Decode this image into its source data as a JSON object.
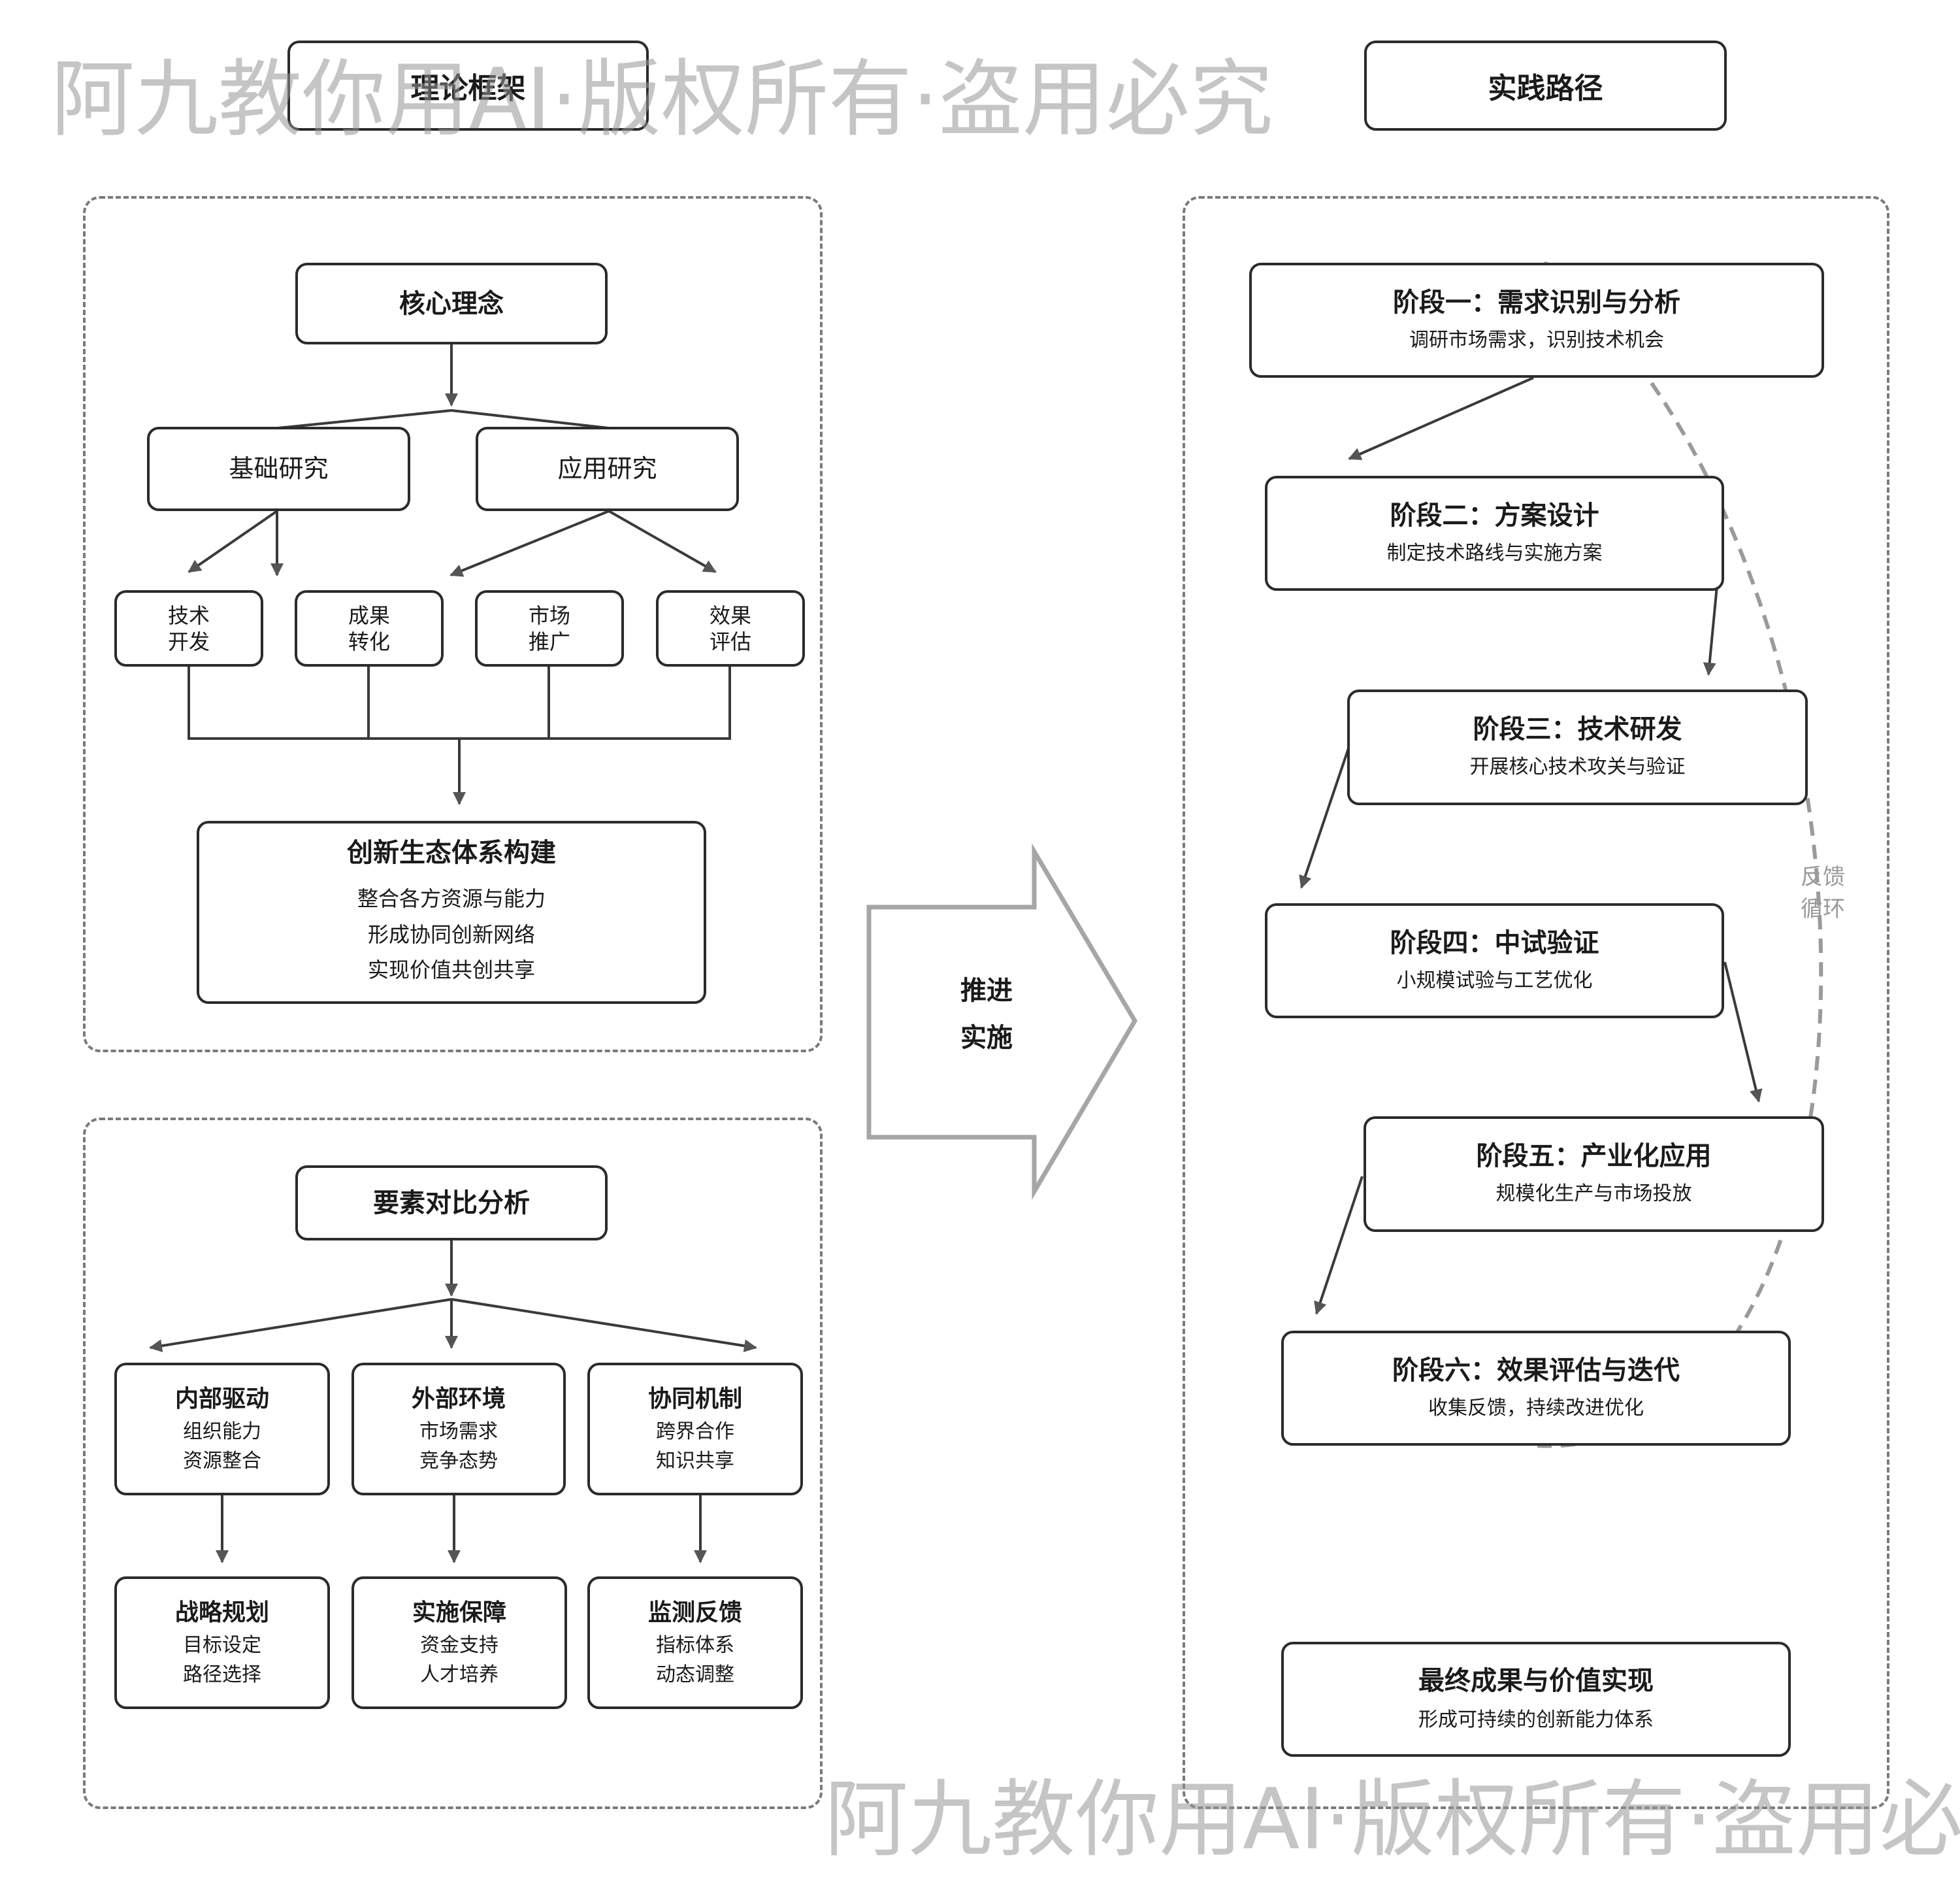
{
  "headers": {
    "theory": "理论框架",
    "practice": "实践路径"
  },
  "theory": {
    "core": "核心理念",
    "branches": [
      "基础研究",
      "应用研究"
    ],
    "leaves": [
      {
        "line1": "技术",
        "line2": "开发"
      },
      {
        "line1": "成果",
        "line2": "转化"
      },
      {
        "line1": "市场",
        "line2": "推广"
      },
      {
        "line1": "效果",
        "line2": "评估"
      }
    ],
    "ecosystem": {
      "title": "创新生态体系构建",
      "lines": [
        "整合各方资源与能力",
        "形成协同创新网络",
        "实现价值共创共享"
      ]
    }
  },
  "elements": {
    "title": "要素对比分析",
    "top": [
      {
        "title": "内部驱动",
        "line1": "组织能力",
        "line2": "资源整合"
      },
      {
        "title": "外部环境",
        "line1": "市场需求",
        "line2": "竞争态势"
      },
      {
        "title": "协同机制",
        "line1": "跨界合作",
        "line2": "知识共享"
      }
    ],
    "bottom": [
      {
        "title": "战略规划",
        "line1": "目标设定",
        "line2": "路径选择"
      },
      {
        "title": "实施保障",
        "line1": "资金支持",
        "line2": "人才培养"
      },
      {
        "title": "监测反馈",
        "line1": "指标体系",
        "line2": "动态调整"
      }
    ]
  },
  "big_arrow": {
    "line1": "推进",
    "line2": "实施"
  },
  "stages": [
    {
      "title": "阶段一：需求识别与分析",
      "desc": "调研市场需求，识别技术机会"
    },
    {
      "title": "阶段二：方案设计",
      "desc": "制定技术路线与实施方案"
    },
    {
      "title": "阶段三：技术研发",
      "desc": "开展核心技术攻关与验证"
    },
    {
      "title": "阶段四：中试验证",
      "desc": "小规模试验与工艺优化"
    },
    {
      "title": "阶段五：产业化应用",
      "desc": "规模化生产与市场投放"
    },
    {
      "title": "阶段六：效果评估与迭代",
      "desc": "收集反馈，持续改进优化"
    }
  ],
  "final": {
    "title": "最终成果与价值实现",
    "desc": "形成可持续的创新能力体系"
  },
  "feedback": {
    "line1": "反馈",
    "line2": "循环"
  },
  "watermark": "阿九教你用AI·版权所有·盗用必究",
  "colors": {
    "line": "#2b2b2b",
    "arrow": "#555555",
    "dashed": "#7a7a7a",
    "big_arrow": "#a6a6a6",
    "feedback": "#9a9a9a"
  }
}
